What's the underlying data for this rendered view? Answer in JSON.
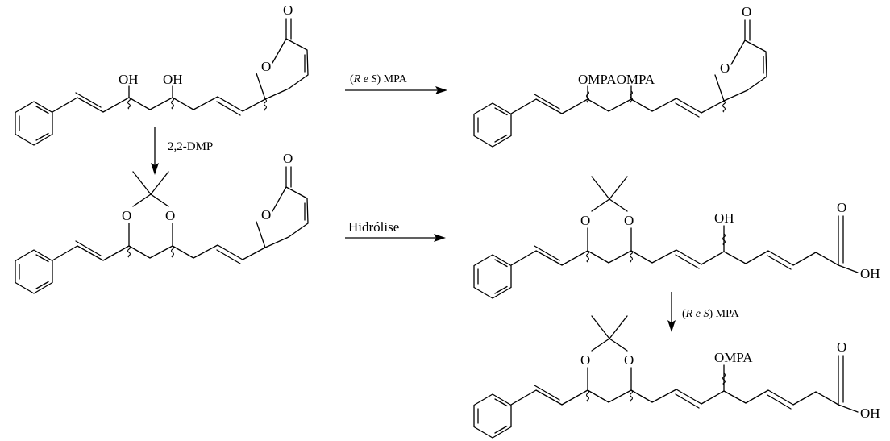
{
  "atoms": {
    "oxygen": "O",
    "hydroxyl": "OH",
    "ompa": "OMPA",
    "ompa_pair": "OMPAOMPA"
  },
  "reagents": {
    "mpa_r": "R",
    "mpa_e": "e",
    "mpa_s": "S",
    "mpa_suffix": "MPA",
    "dmp": "2,2-DMP",
    "hydrolysis": "Hidrólise"
  }
}
